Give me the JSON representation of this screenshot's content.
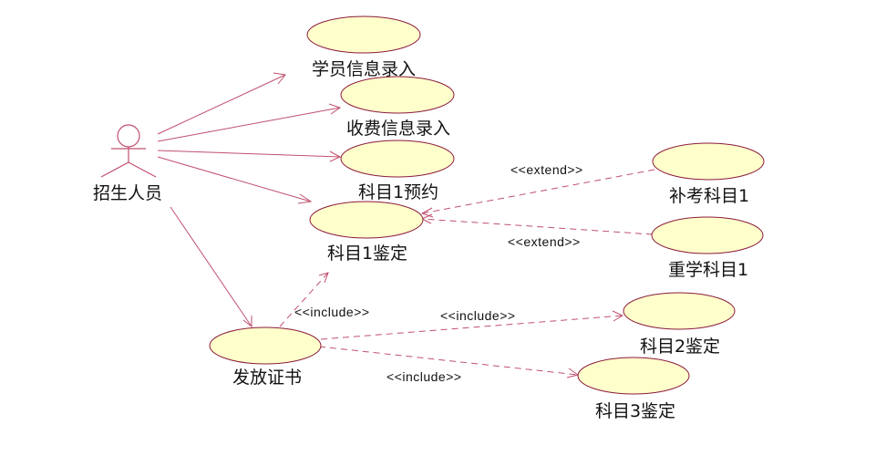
{
  "actor": {
    "name": "招生人员"
  },
  "use_cases": {
    "enroll_info": "学员信息录入",
    "fee_info": "收费信息录入",
    "subject1_booking": "科目1预约",
    "subject1_exam": "科目1鉴定",
    "makeup_subject1": "补考科目1",
    "retake_subject1": "重学科目1",
    "certificate": "发放证书",
    "subject2_exam": "科目2鉴定",
    "subject3_exam": "科目3鉴定"
  },
  "stereotypes": {
    "extend_makeup": "<<extend>>",
    "extend_retake": "<<extend>>",
    "include_subject1": "<<include>>",
    "include_subject2": "<<include>>",
    "include_subject3": "<<include>>"
  },
  "colors": {
    "use_case_fill": "#ffffcc",
    "use_case_stroke": "#8a1a3a",
    "connector": "#c0506e"
  }
}
